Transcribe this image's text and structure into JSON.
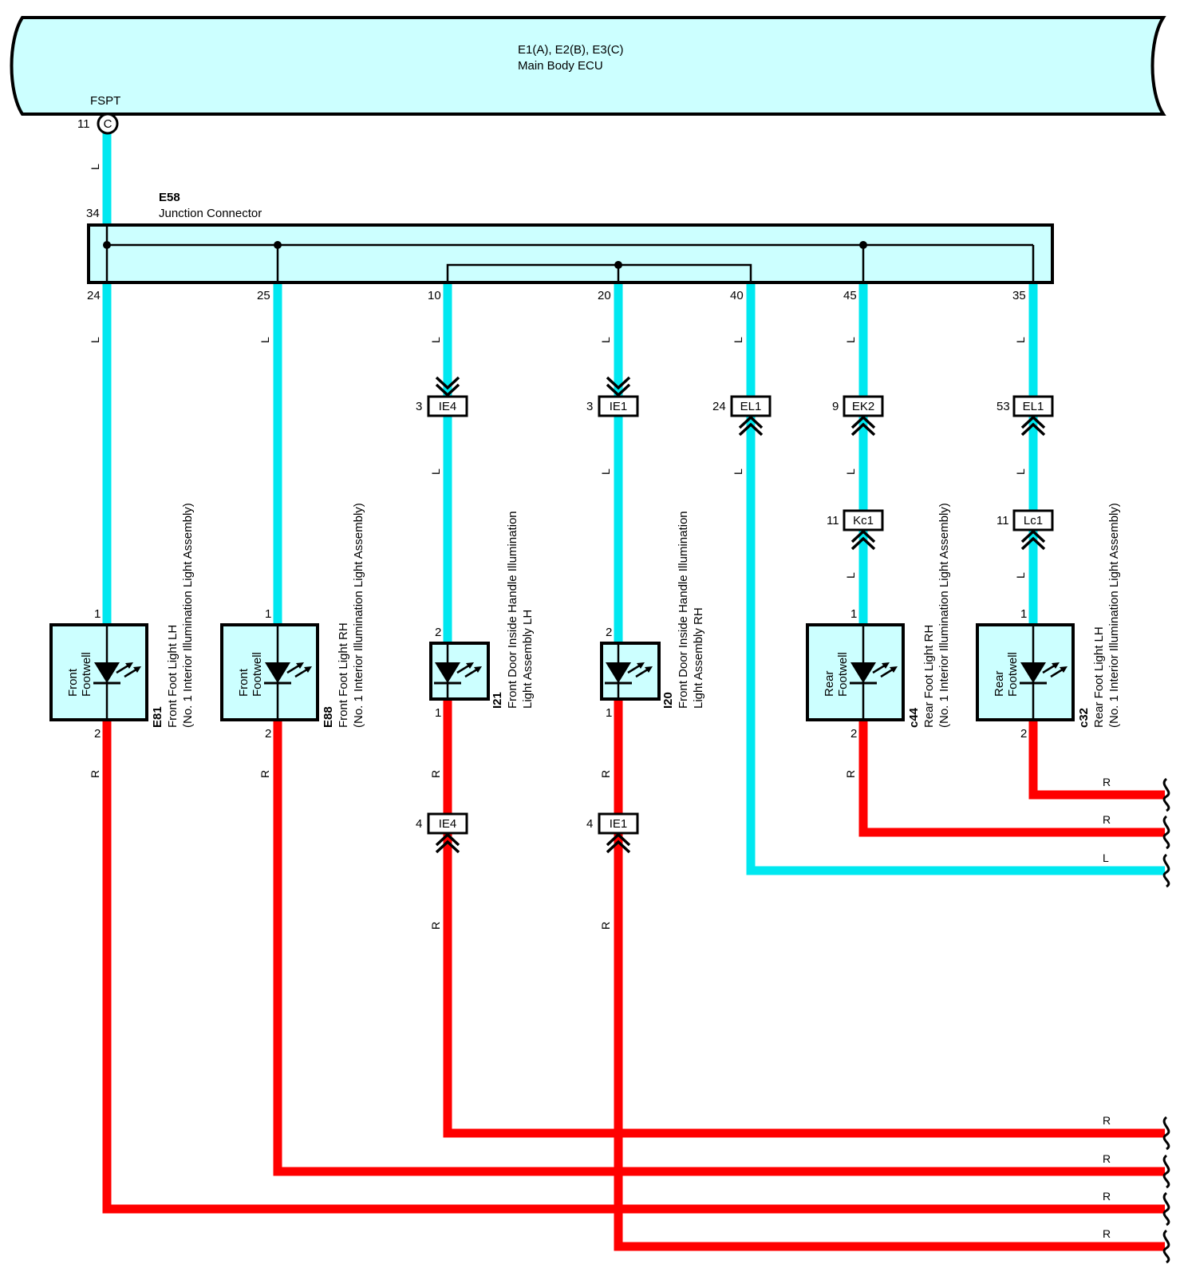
{
  "colors": {
    "wire_blue": "#00e8f0",
    "wire_red": "#ff0000",
    "fill_box": "#ccffff",
    "stroke": "#000000",
    "background": "#ffffff"
  },
  "ecu": {
    "name": "E1(A), E2(B), E3(C)",
    "desc": "Main Body ECU",
    "terminal_name": "FSPT",
    "terminal_pin": "11",
    "terminal_letter": "C"
  },
  "junction": {
    "code": "E58",
    "desc": "Junction Connector",
    "input_pin": "34",
    "pins": [
      "24",
      "25",
      "10",
      "20",
      "40",
      "45",
      "35"
    ]
  },
  "wire_codes": {
    "blue": "L",
    "red": "R"
  },
  "connectors": [
    {
      "code": "IE4",
      "pin": "3"
    },
    {
      "code": "IE1",
      "pin": "3"
    },
    {
      "code": "EL1",
      "pin": "24"
    },
    {
      "code": "EK2",
      "pin": "9"
    },
    {
      "code": "EL1",
      "pin": "53"
    },
    {
      "code": "Kc1",
      "pin": "11"
    },
    {
      "code": "Lc1",
      "pin": "11"
    },
    {
      "code": "IE4",
      "pin": "4"
    },
    {
      "code": "IE1",
      "pin": "4"
    }
  ],
  "components": [
    {
      "code": "E81",
      "name": "Front Foot Light LH",
      "sub": "(No. 1 Interior Illumination Light Assembly)",
      "inner1": "Front",
      "inner2": "Footwell",
      "pin_top": "1",
      "pin_bottom": "2"
    },
    {
      "code": "E88",
      "name": "Front Foot Light RH",
      "sub": "(No. 1 Interior Illumination Light Assembly)",
      "inner1": "Front",
      "inner2": "Footwell",
      "pin_top": "1",
      "pin_bottom": "2"
    },
    {
      "code": "I21",
      "name": "Front Door Inside Handle Illumination",
      "sub": "Light Assembly LH",
      "inner1": "",
      "inner2": "",
      "pin_top": "2",
      "pin_bottom": "1"
    },
    {
      "code": "I20",
      "name": "Front Door Inside Handle Illumination",
      "sub": "Light Assembly RH",
      "inner1": "",
      "inner2": "",
      "pin_top": "2",
      "pin_bottom": "1"
    },
    {
      "code": "c44",
      "name": "Rear Foot Light RH",
      "sub": "(No. 1 Interior Illumination Light Assembly)",
      "inner1": "Rear",
      "inner2": "Footwell",
      "pin_top": "1",
      "pin_bottom": "2"
    },
    {
      "code": "c32",
      "name": "Rear Foot Light LH",
      "sub": "(No. 1 Interior Illumination Light Assembly)",
      "inner1": "Rear",
      "inner2": "Footwell",
      "pin_top": "1",
      "pin_bottom": "2"
    }
  ],
  "right_wire_labels": [
    "R",
    "R",
    "L",
    "R",
    "R",
    "R",
    "R"
  ]
}
